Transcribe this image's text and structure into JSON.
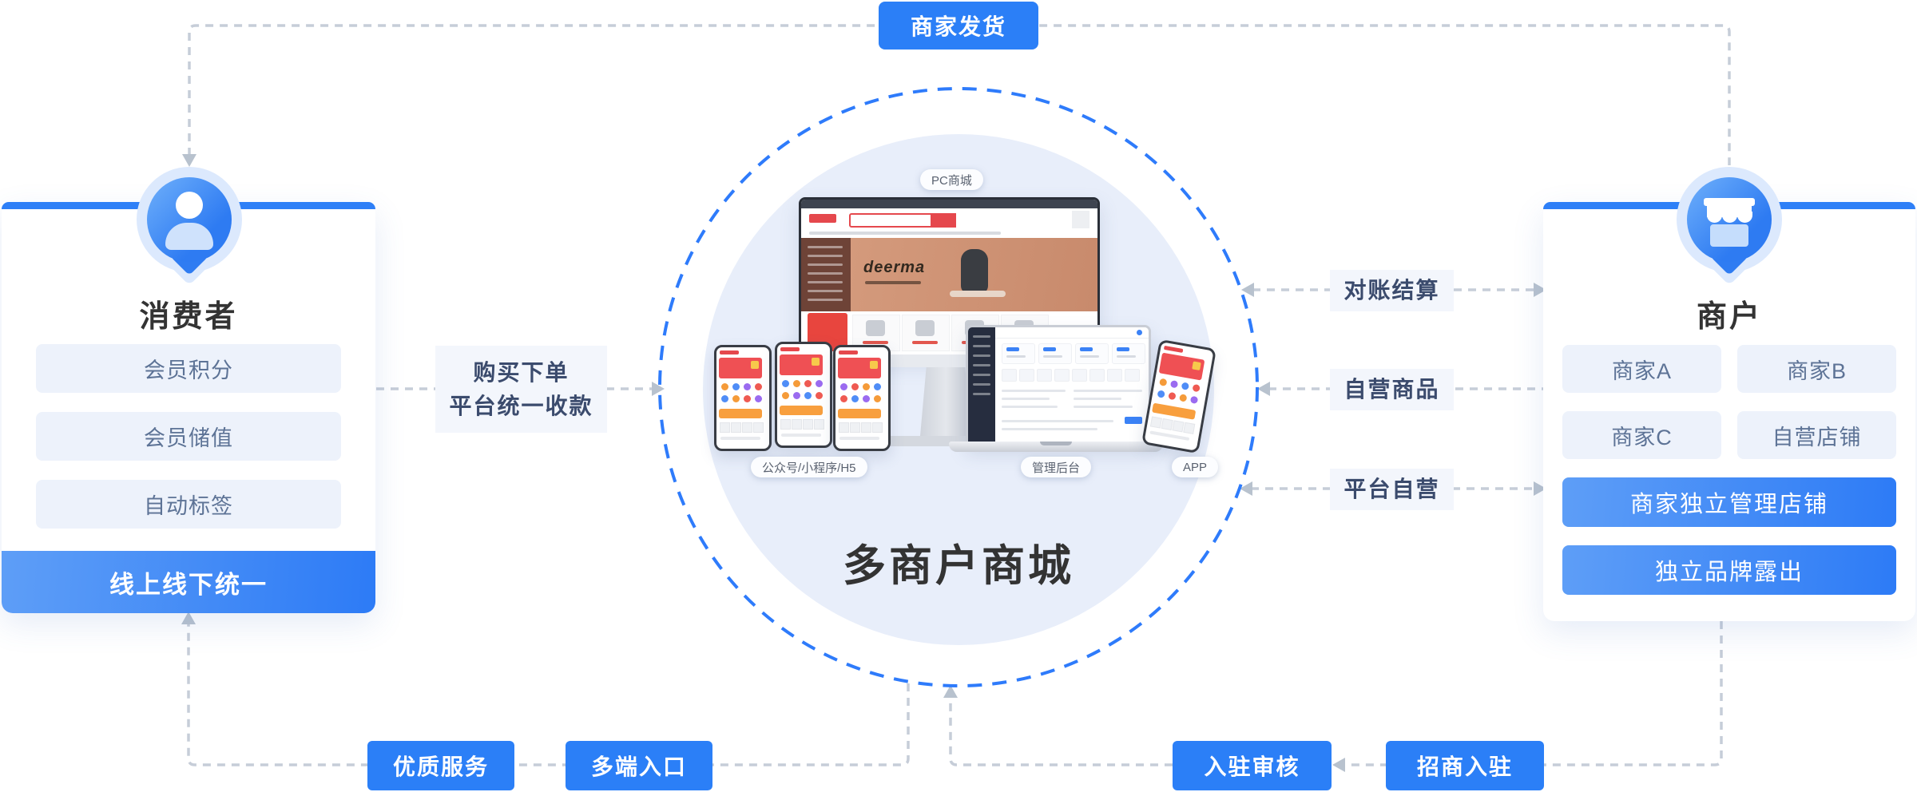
{
  "colors": {
    "accent_blue": "#2B7FF7",
    "dash_blue": "#2E7BFB",
    "dash_gray": "#C6CDD8",
    "circle_fill": "#E8EEFA",
    "item_bg": "#EDF2FB",
    "item_text": "#5D7396",
    "label_box_bg": "#F3F6FC",
    "label_text": "#3B4B6D",
    "title_text": "#333333",
    "gradient_start": "#5E9EF7",
    "gradient_end": "#2D7BF6"
  },
  "top_flow": {
    "badge": "商家发货"
  },
  "consumer": {
    "title": "消费者",
    "items": [
      "会员积分",
      "会员储值",
      "自动标签"
    ],
    "highlight": "线上线下统一"
  },
  "purchase_flow": {
    "line1": "购买下单",
    "line2": "平台统一收款"
  },
  "center": {
    "title": "多商户商城",
    "pc_label": "PC商城",
    "mobile_label": "公众号/小程序/H5",
    "admin_label": "管理后台",
    "app_label": "APP",
    "imac_brand": "deerma"
  },
  "right_flows": {
    "settlement": "对账结算",
    "self_goods": "自营商品",
    "platform_self": "平台自营"
  },
  "merchant": {
    "title": "商户",
    "grid": [
      "商家A",
      "商家B",
      "商家C",
      "自营店铺"
    ],
    "buttons": [
      "商家独立管理店铺",
      "独立品牌露出"
    ]
  },
  "bottom_flows": {
    "quality_service": "优质服务",
    "multi_entry": "多端入口",
    "entry_review": "入驻审核",
    "merchant_recruit": "招商入驻"
  }
}
